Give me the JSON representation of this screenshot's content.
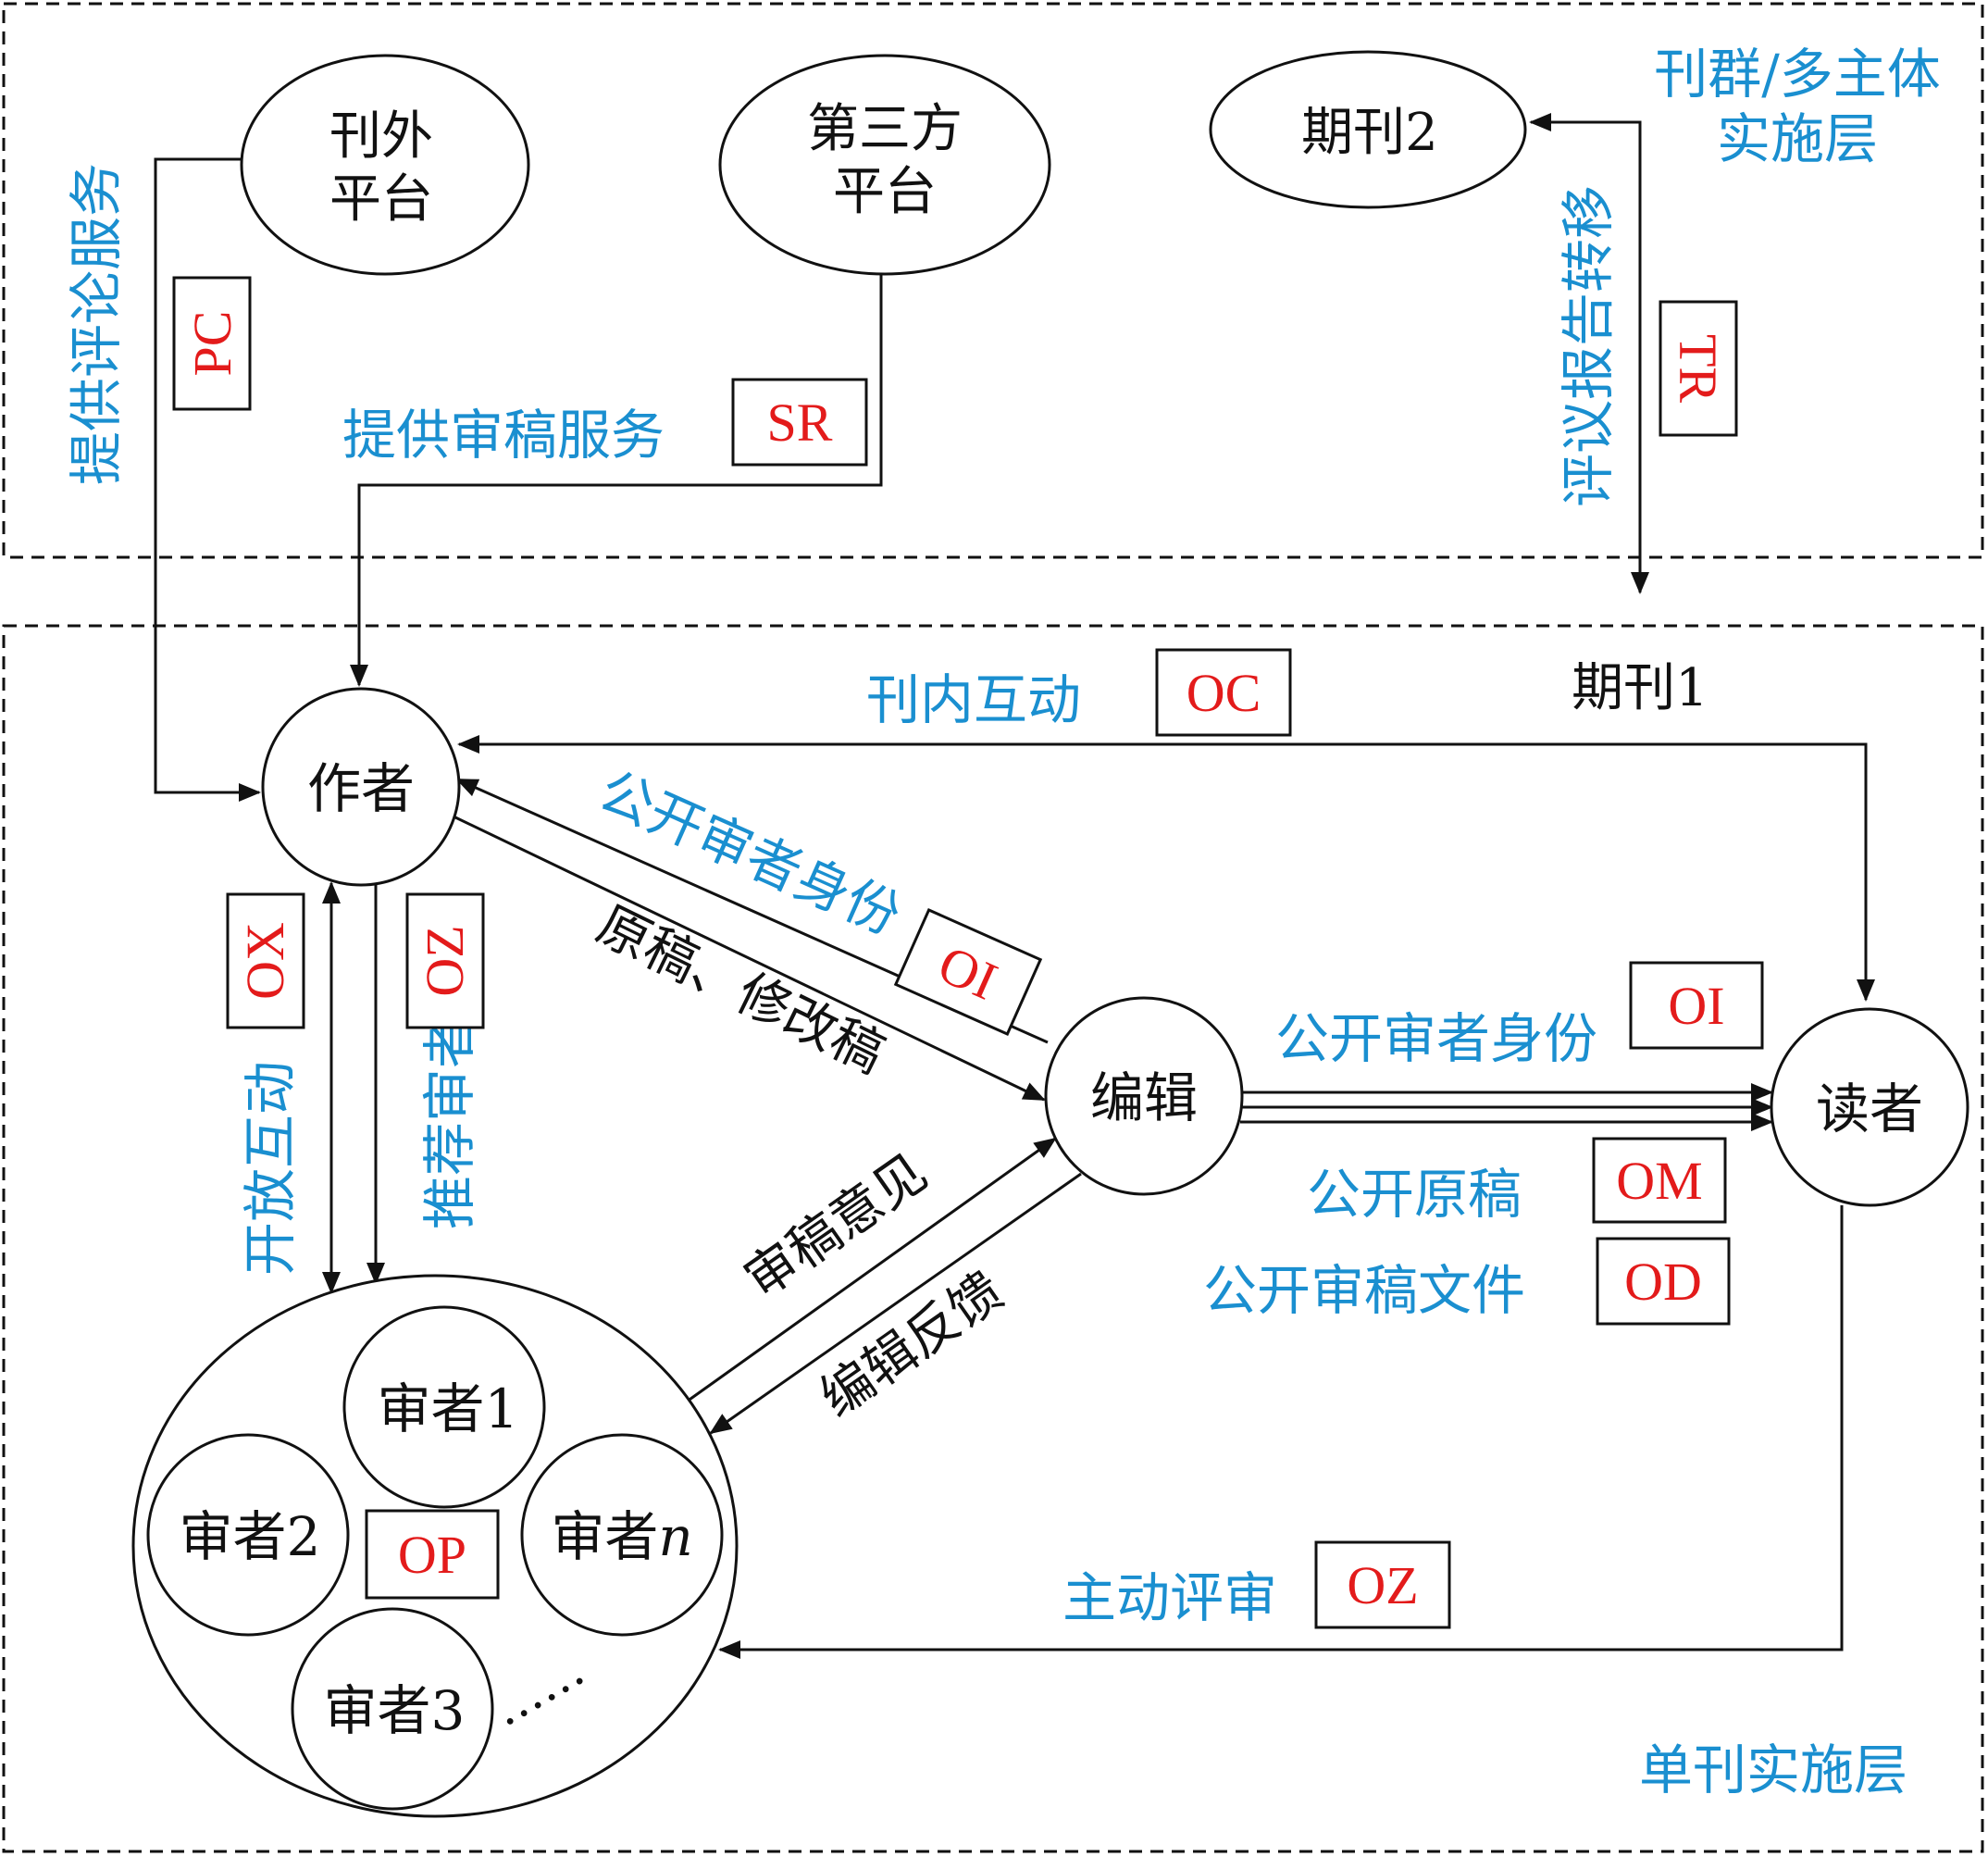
{
  "layers": {
    "multi_title_line1": "刊群/多主体",
    "multi_title_line2": "实施层",
    "single_title": "单刊实施层"
  },
  "nodes": {
    "external_line1": "刊外",
    "external_line2": "平台",
    "third_party_line1": "第三方",
    "third_party_line2": "平台",
    "journal2": "期刊2",
    "journal1": "期刊1",
    "author": "作者",
    "editor": "编辑",
    "reader": "读者",
    "reviewer1": "审者1",
    "reviewer2": "审者2",
    "reviewer3": "审者3",
    "reviewer_n_prefix": "审者",
    "reviewer_n_suffix": "n",
    "more": "……"
  },
  "edges": {
    "comment_service": "提供评论服务",
    "review_service": "提供审稿服务",
    "report_transfer": "评议报告转移",
    "in_journal_interaction": "刊内互动",
    "open_reviewer_identity_author": "公开审者身份",
    "manuscript_revision": "原稿、修改稿",
    "open_interaction": "开放互动",
    "recommend_reviewer": "推荐审者",
    "review_comments": "审稿意见",
    "editor_feedback": "编辑反馈",
    "open_reviewer_identity_reader": "公开审者身份",
    "open_manuscript": "公开原稿",
    "open_review_files": "公开审稿文件",
    "active_review": "主动评审"
  },
  "tags": {
    "pc": "PC",
    "sr": "SR",
    "tr": "TR",
    "oc": "OC",
    "oi_author": "OI",
    "oi_reader": "OI",
    "ox": "OX",
    "oz_author": "OZ",
    "om": "OM",
    "od": "OD",
    "op": "OP",
    "oz_reader": "OZ"
  },
  "colors": {
    "label_blue": "#1a8fd0",
    "tag_red": "#e31b1b",
    "line_black": "#111111"
  }
}
